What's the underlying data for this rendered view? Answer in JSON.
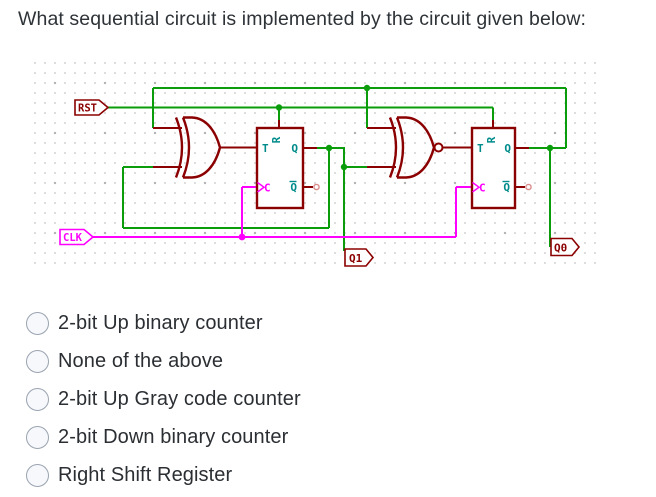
{
  "title": "What sequential circuit is implemented by the circuit given below:",
  "schematic": {
    "rst_label": "RST",
    "clk_label": "CLK",
    "q1_label": "Q1",
    "q0_label": "Q0",
    "ff1": {
      "t": "T",
      "r": "R",
      "q": "Q",
      "qbar": "Q",
      "c": "C"
    },
    "ff2": {
      "t": "T",
      "r": "R",
      "q": "Q",
      "qbar": "Q",
      "c": "C"
    },
    "colors": {
      "wire_green": "#0a9c0a",
      "symbol_red": "#8b0000",
      "clock_magenta": "#ff00ff",
      "pin_teal": "#008b8b",
      "unconnected_pink": "#d98c8c"
    }
  },
  "options": [
    {
      "label": "2-bit Up binary counter"
    },
    {
      "label": "None of the above"
    },
    {
      "label": "2-bit Up Gray code counter"
    },
    {
      "label": "2-bit Down binary counter"
    },
    {
      "label": "Right Shift Register"
    }
  ]
}
